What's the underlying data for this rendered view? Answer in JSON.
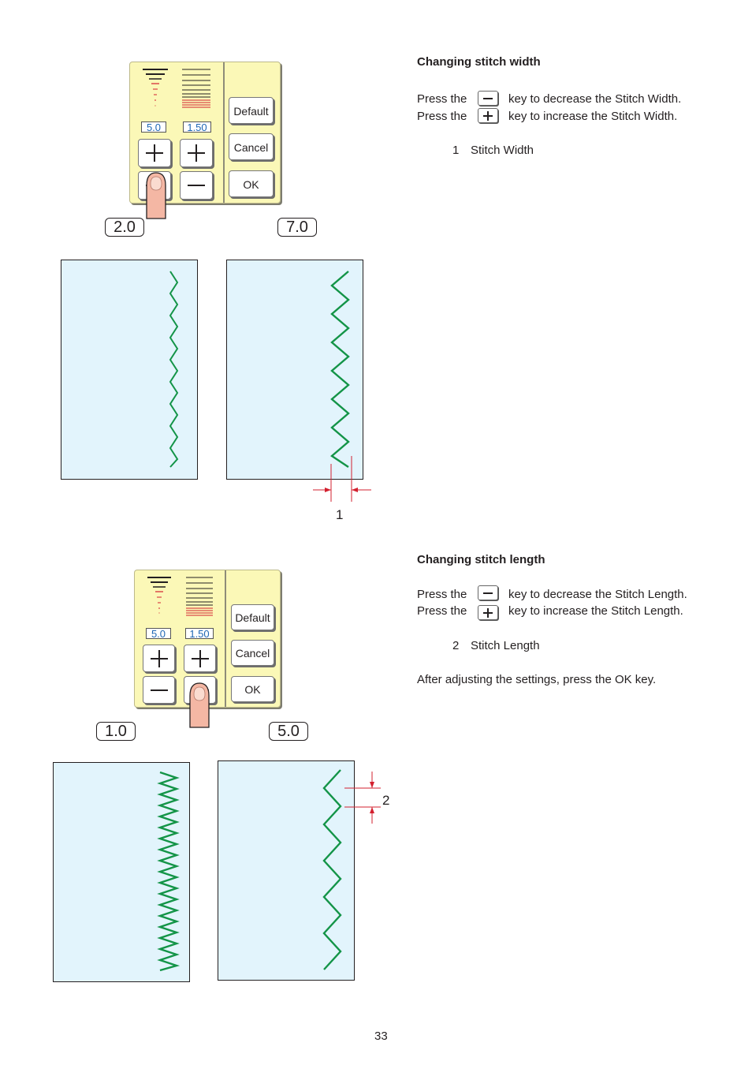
{
  "section_width": {
    "heading": "Changing stitch width",
    "press_the": "Press the",
    "decrease_text": "key to decrease the Stitch Width.",
    "increase_text": "key to increase the Stitch Width.",
    "legend_number": "1",
    "legend_text": "Stitch Width",
    "panel": {
      "width_value": "5.0",
      "length_value": "1.50",
      "default_label": "Default",
      "cancel_label": "Cancel",
      "ok_label": "OK"
    },
    "example_left": "2.0",
    "example_right": "7.0",
    "callout": "1"
  },
  "section_length": {
    "heading": "Changing stitch length",
    "press_the": "Press the",
    "decrease_text": "key to decrease the Stitch Length.",
    "increase_text": "key to increase the Stitch Length.",
    "legend_number": "2",
    "legend_text": "Stitch Length",
    "after_text": "After adjusting the settings, press the OK key.",
    "panel": {
      "width_value": "5.0",
      "length_value": "1.50",
      "default_label": "Default",
      "cancel_label": "Cancel",
      "ok_label": "OK"
    },
    "example_left": "1.0",
    "example_right": "5.0",
    "callout": "2"
  },
  "page_number": "33",
  "colors": {
    "panel_bg": "#fbf8b7",
    "fabric_bg": "#e2f4fc",
    "stitch": "#139447",
    "dimension_red": "#d3202f",
    "value_blue": "#1e66b4",
    "finger": "#f4b7a4"
  },
  "icons": {
    "plus_key": "plus-icon",
    "minus_key": "minus-icon",
    "finger": "finger-icon"
  }
}
